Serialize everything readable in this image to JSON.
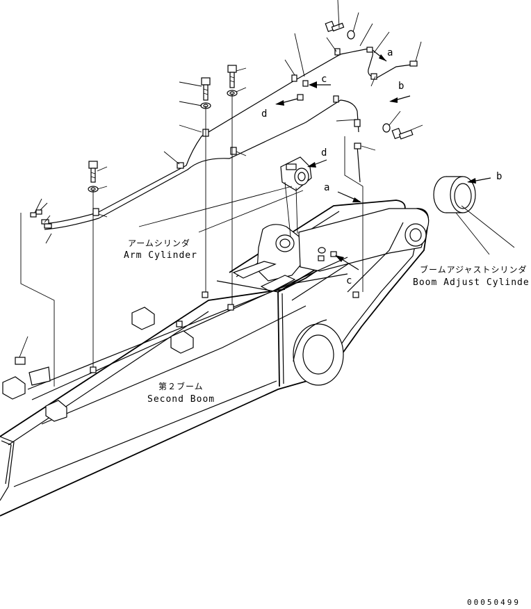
{
  "callouts": {
    "a_top": "a",
    "b_top": "b",
    "c_top": "c",
    "d_top": "d",
    "d_mid": "d",
    "a_mid": "a",
    "b_right": "b",
    "c_bottom": "c"
  },
  "labels": {
    "arm_cylinder_jp": "アームシリンダ",
    "arm_cylinder_en": "Arm Cylinder",
    "boom_adjust_jp": "ブームアジャストシリンダ",
    "boom_adjust_en": "Boom Adjust Cylinder",
    "second_boom_jp": "第２ブーム",
    "second_boom_en": "Second Boom"
  },
  "drawing_number": "00050499"
}
